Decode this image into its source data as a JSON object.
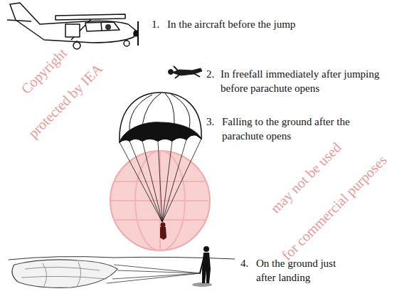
{
  "diagram": {
    "labels": [
      "1.",
      "In the aircraft before the jump",
      "2.",
      "In freefall immediately after jumping before parachute opens",
      "3.",
      "Falling to the ground after the parachute opens",
      "4.",
      "On the ground just after landing",
      "Copyright",
      "protected by IEA",
      "may not be used",
      "for commercial purposes"
    ]
  }
}
